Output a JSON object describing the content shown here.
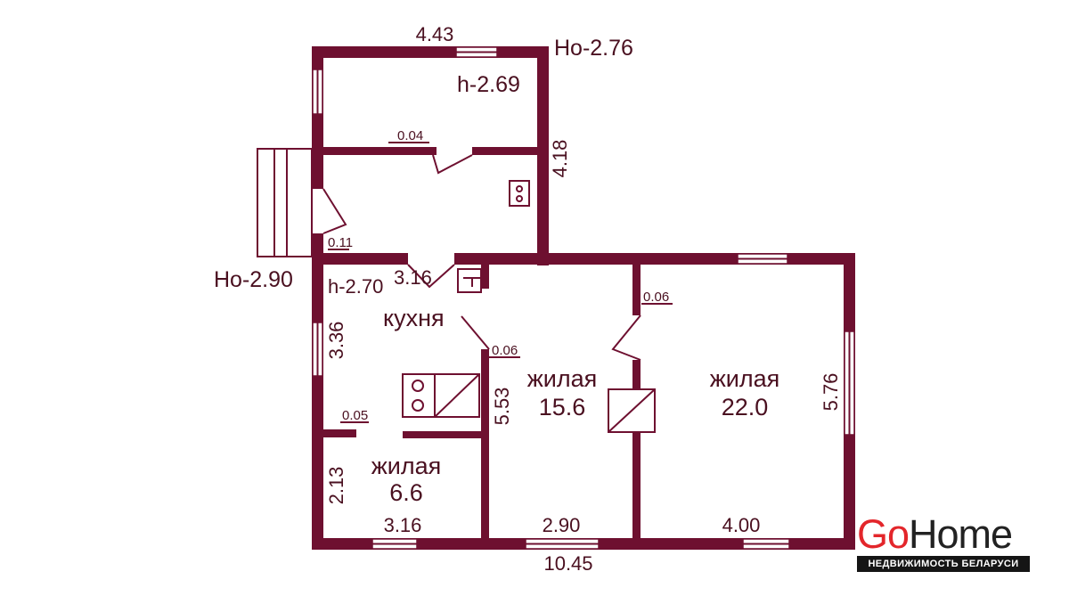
{
  "dimensions": {
    "top_width": "4.43",
    "ho_top": "Hо-2.76",
    "h_top": "h-2.69",
    "right_upper": "4.18",
    "door_top": "0.04",
    "door_left": "0.11",
    "ho_left": "Hо-2.90",
    "h_left": "h-2.70",
    "kitchen_width": "3.16",
    "kitchen_height": "3.36",
    "door_middle": "0.06",
    "middle_height": "5.53",
    "door_right": "0.06",
    "right_height": "5.76",
    "small_door": "0.05",
    "small_height": "2.13",
    "bottom_left": "3.16",
    "bottom_middle": "2.90",
    "bottom_right": "4.00",
    "total_width": "10.45"
  },
  "rooms": {
    "kitchen": "кухня",
    "living_small_label": "жилая",
    "living_small_area": "6.6",
    "living_mid_label": "жилая",
    "living_mid_area": "15.6",
    "living_big_label": "жилая",
    "living_big_area": "22.0"
  },
  "logo": {
    "go": "Go",
    "home": "Home",
    "tagline": "НЕДВИЖИМОСТЬ БЕЛАРУСИ"
  },
  "colors": {
    "wall": "#6e1030",
    "logo_accent": "#e3262b"
  }
}
